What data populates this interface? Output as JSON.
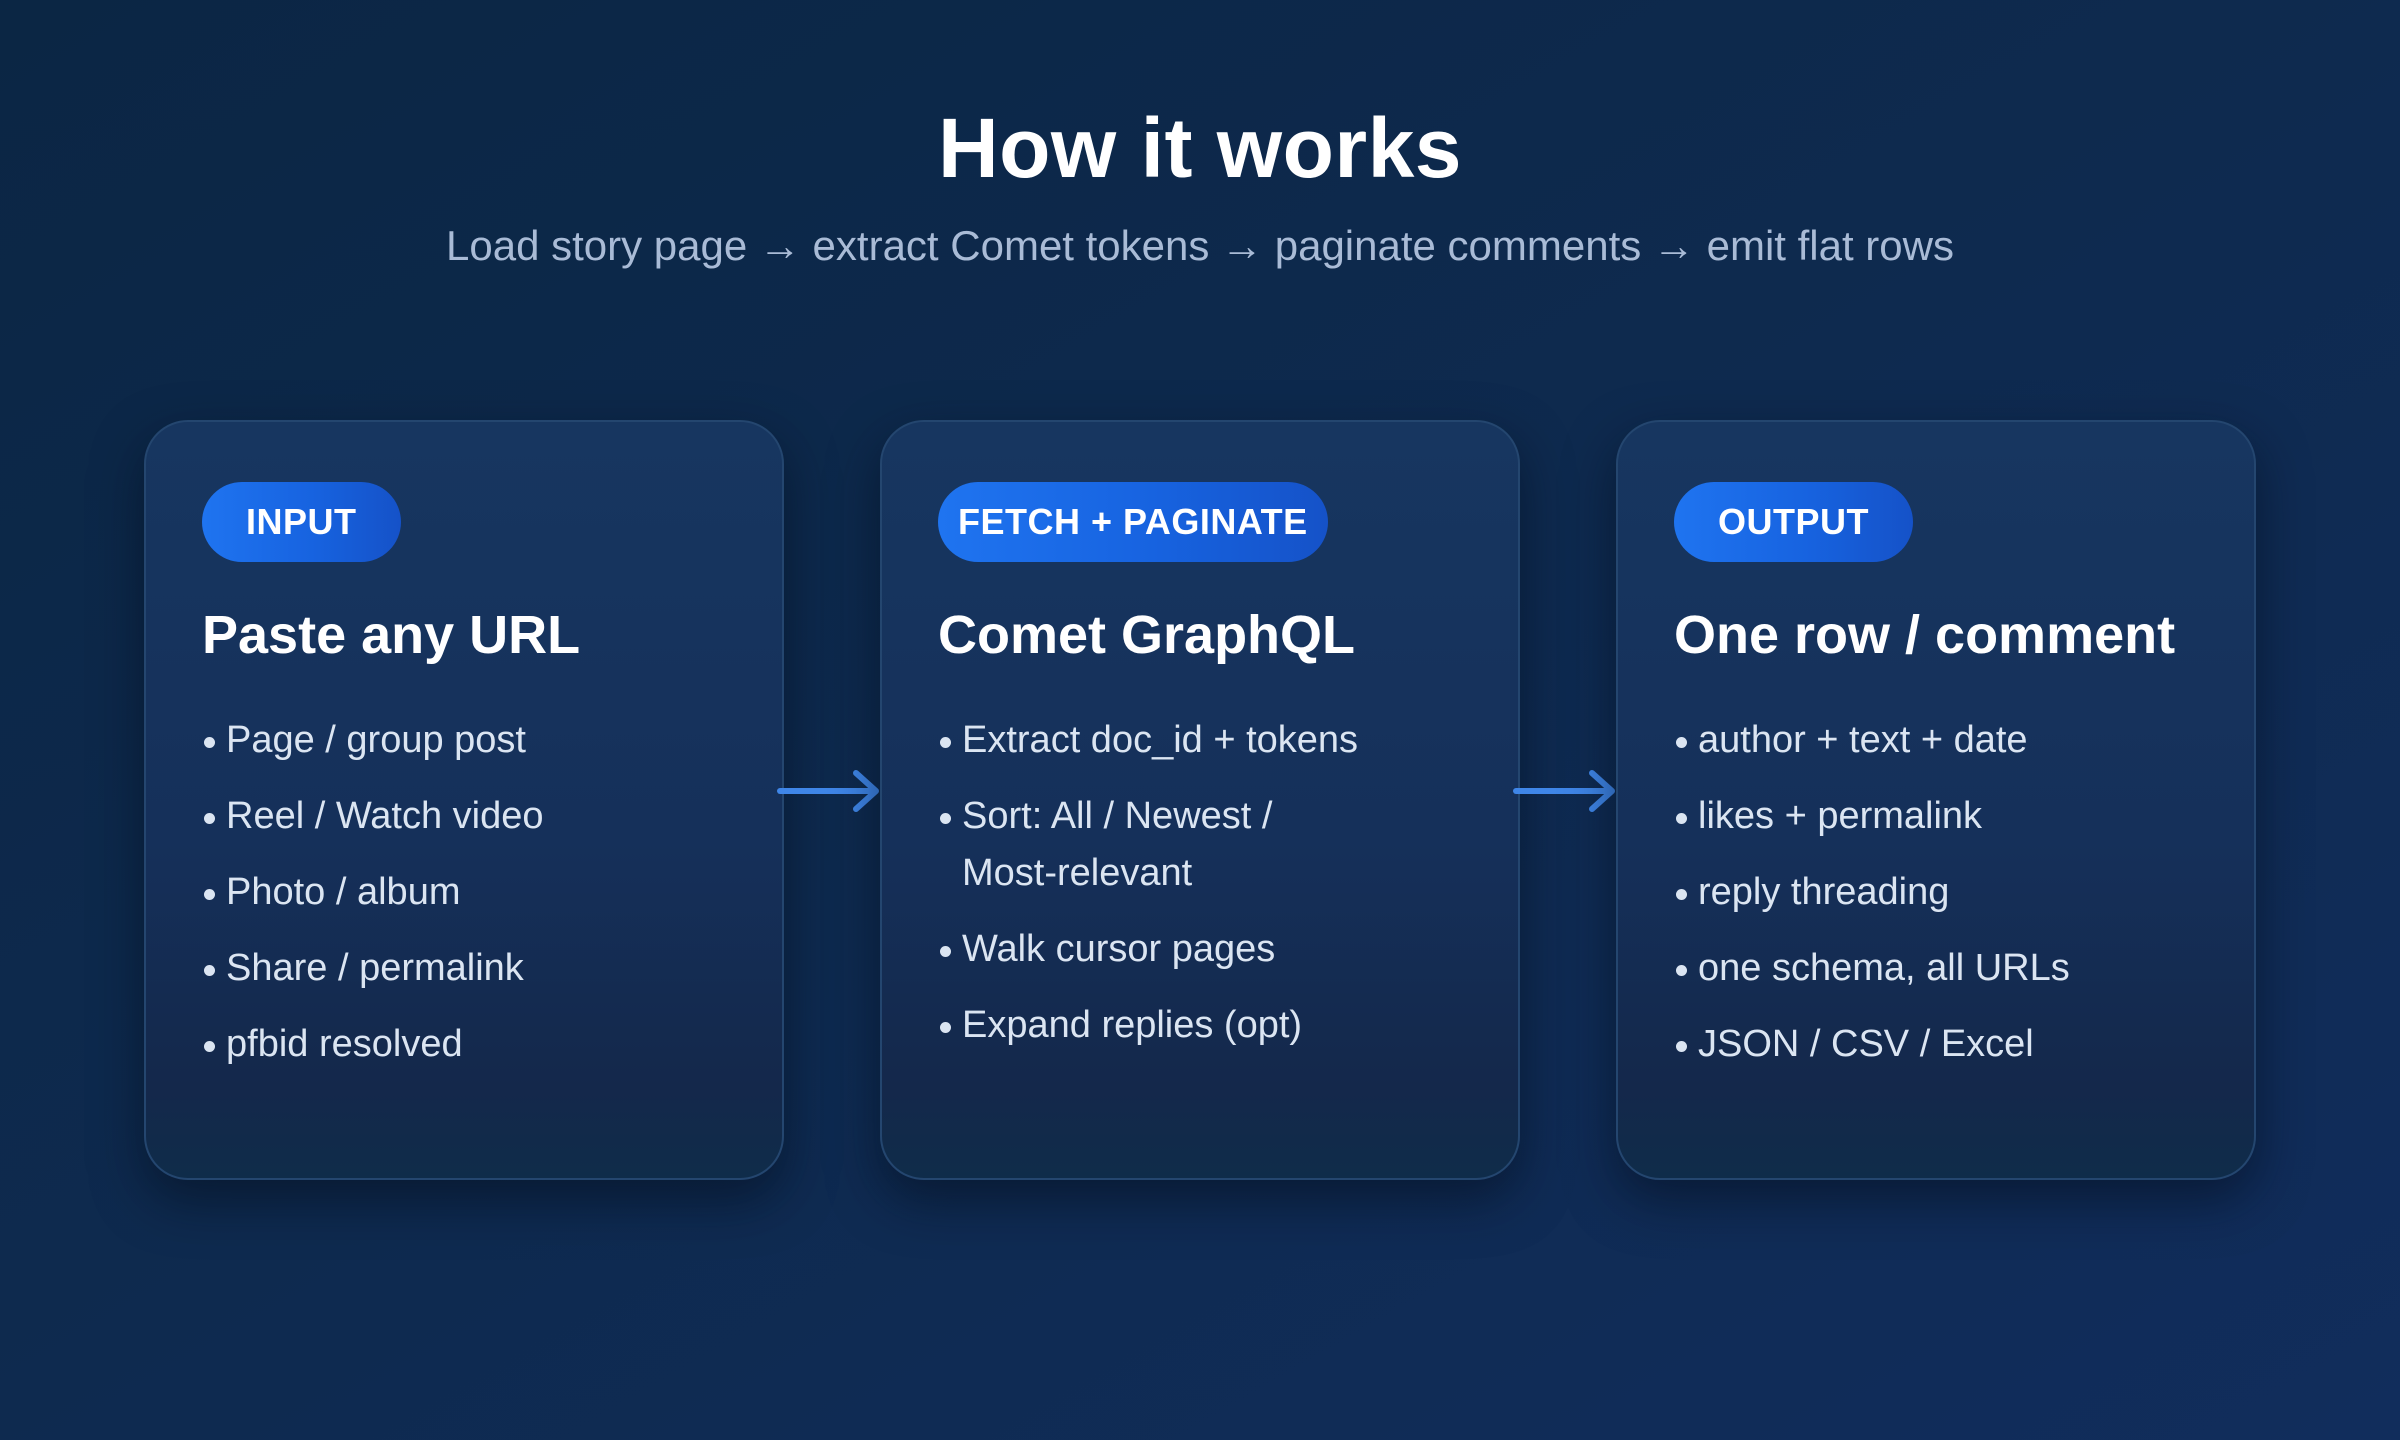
{
  "header": {
    "title": "How it works",
    "subtitle": "Load story page → extract Comet tokens → paginate comments → emit flat rows"
  },
  "steps": [
    {
      "badge": "INPUT",
      "title": "Paste any URL",
      "items": [
        "Page / group post",
        "Reel / Watch video",
        "Photo / album",
        "Share / permalink",
        "pfbid resolved"
      ]
    },
    {
      "badge": "FETCH + PAGINATE",
      "title": "Comet GraphQL",
      "items": [
        "Extract doc_id + tokens",
        "Sort: All / Newest / Most-relevant",
        "Walk cursor pages",
        "Expand replies (opt)"
      ]
    },
    {
      "badge": "OUTPUT",
      "title": "One row / comment",
      "items": [
        "author + text + date",
        "likes + permalink",
        "reply threading",
        "one schema, all URLs",
        "JSON / CSV / Excel"
      ]
    }
  ],
  "colors": {
    "accent": "#1f74f0",
    "arrow": "#3f86e8",
    "background": "#0e2a4f"
  },
  "icons": {
    "connector": "arrow-right-icon"
  }
}
